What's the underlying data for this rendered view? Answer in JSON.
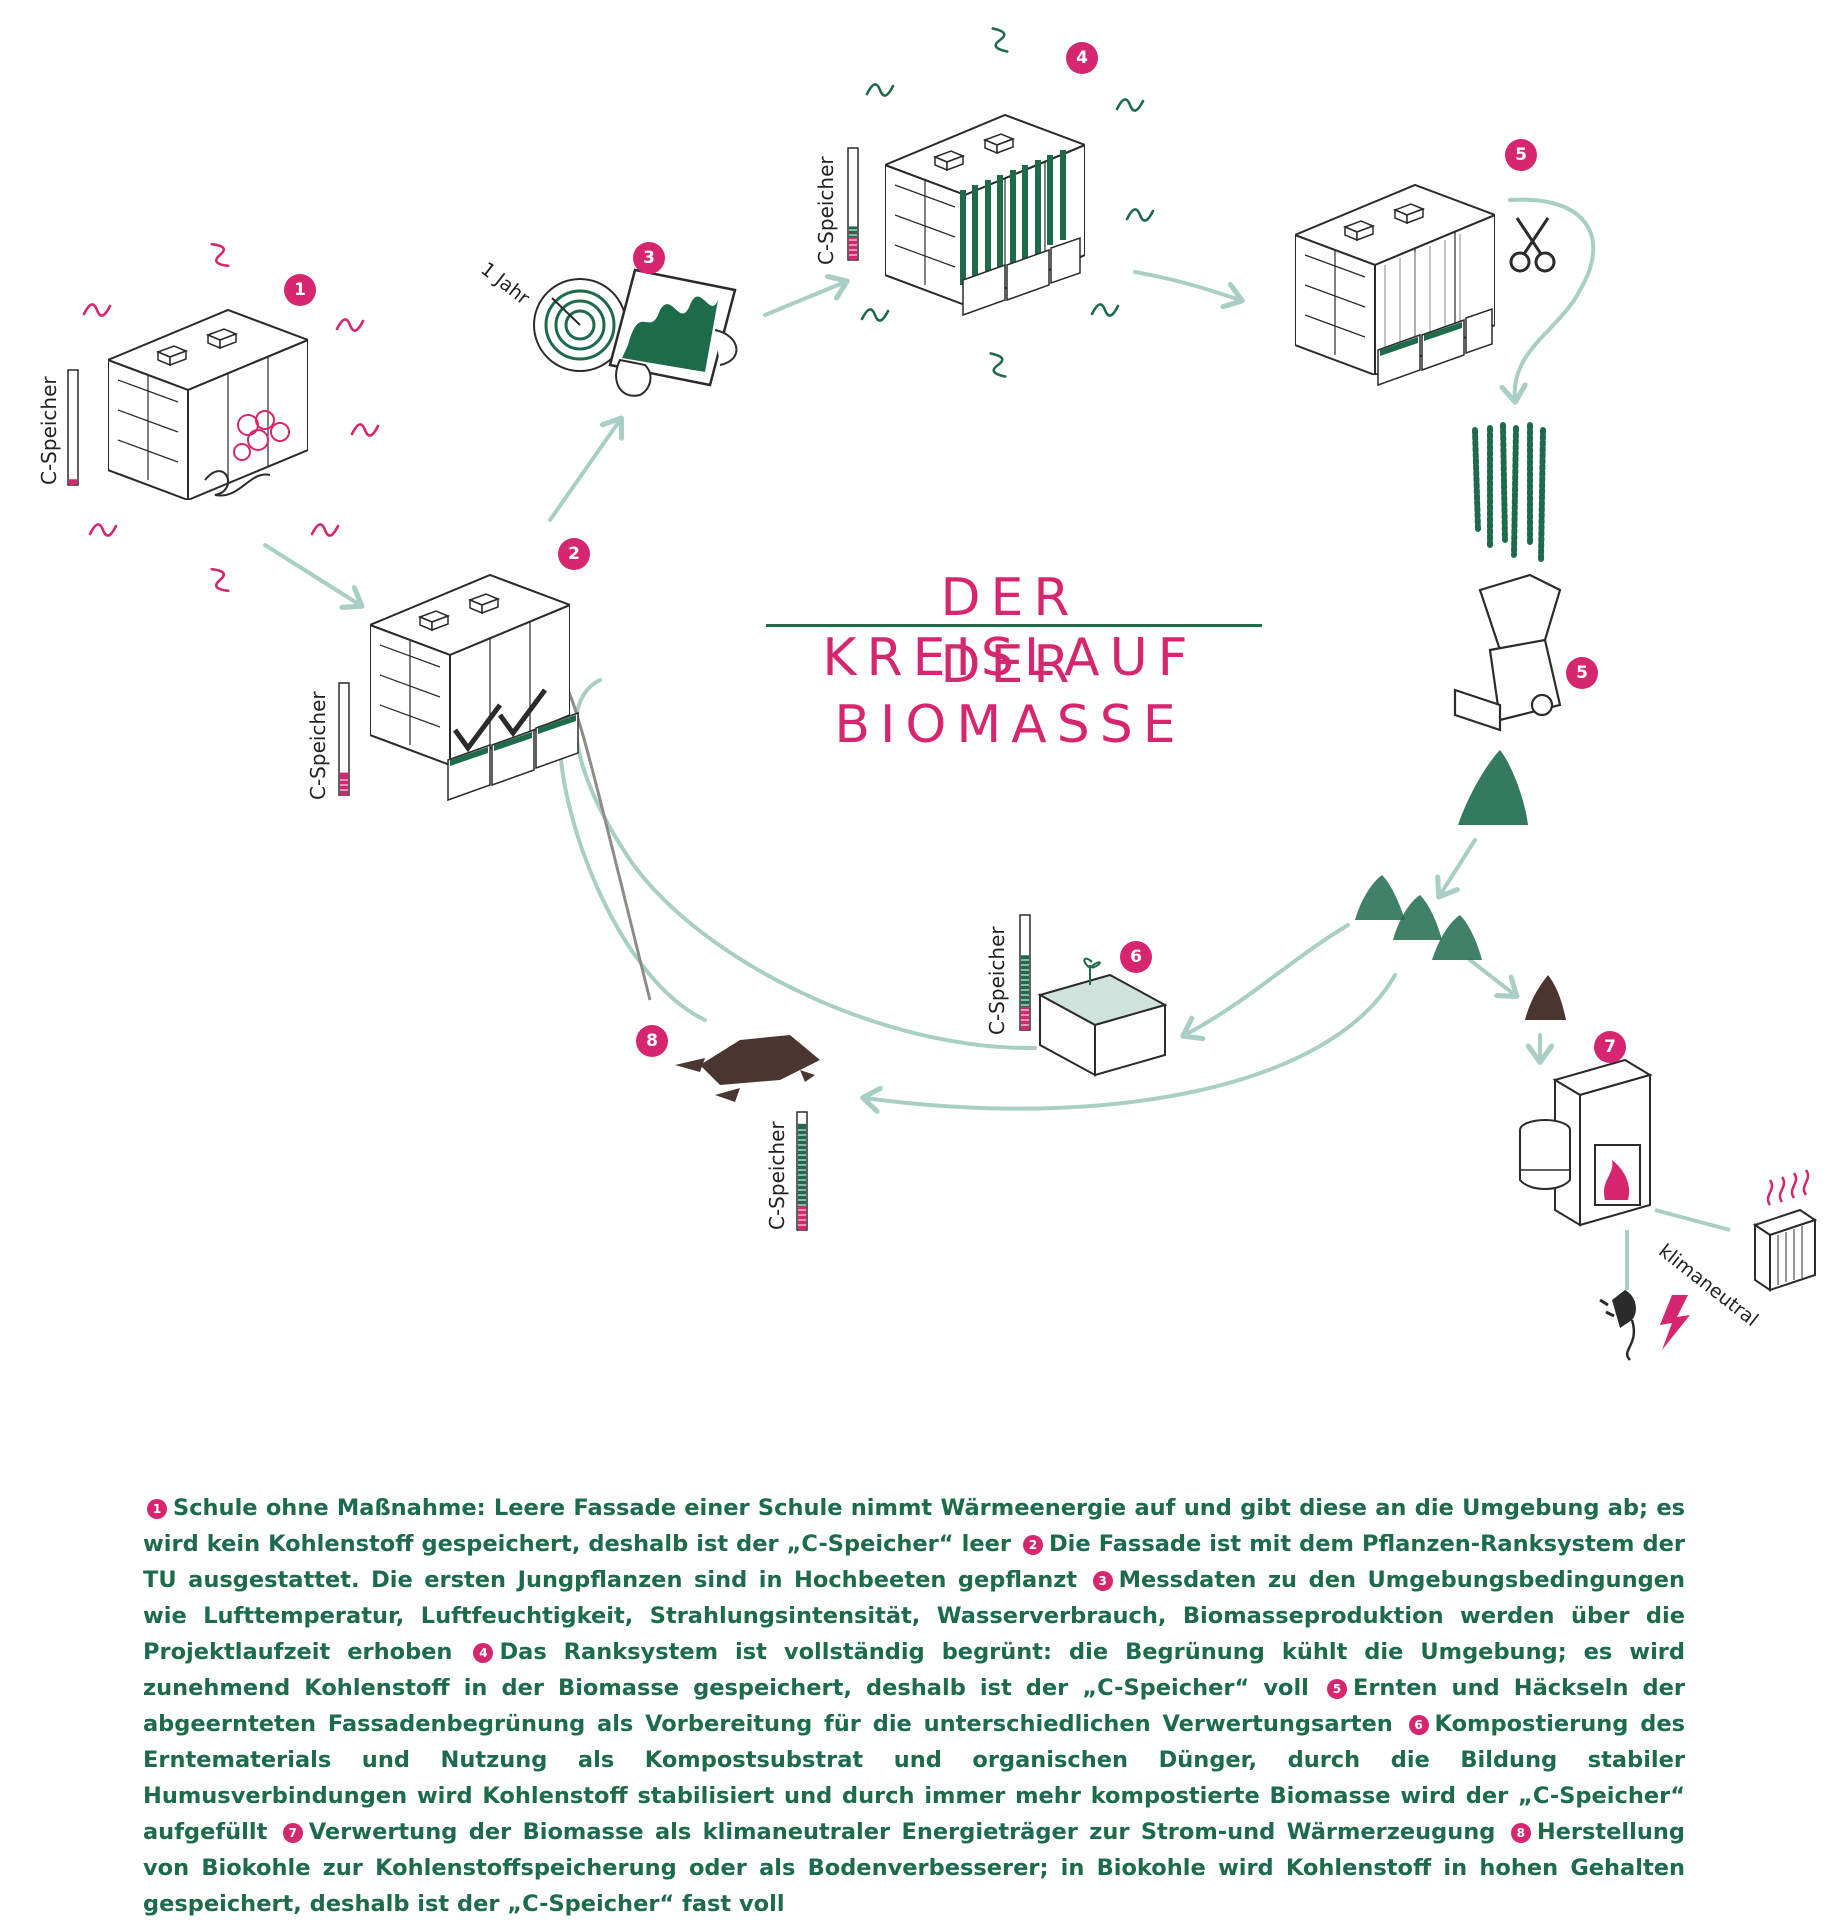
{
  "title": {
    "line1": "DER KREISLAUF",
    "line2": "DER BIOMASSE"
  },
  "labels": {
    "c_speicher": "C-Speicher",
    "one_year": "1 Jahr",
    "climate_neutral": "klimaneutral"
  },
  "steps": [
    {
      "number": "1",
      "storage_level": 0.05
    },
    {
      "number": "2",
      "storage_level": 0.2
    },
    {
      "number": "3"
    },
    {
      "number": "4",
      "storage_level": 0.3
    },
    {
      "number": "5"
    },
    {
      "number": "5"
    },
    {
      "number": "6",
      "storage_level": 0.65
    },
    {
      "number": "7"
    },
    {
      "number": "8",
      "storage_level": 0.9
    }
  ],
  "colors": {
    "accent": "#d6266f",
    "green": "#1e6b4c",
    "arrow": "#a9cfc4",
    "ink": "#2b2b2b"
  },
  "legend": [
    {
      "number": "1",
      "text": "Schule ohne Maßnahme: Leere Fassade einer Schule nimmt Wärmeenergie auf und gibt diese an die Umgebung ab; es wird kein Kohlenstoff gespeichert, deshalb ist der „C-Speicher“ leer"
    },
    {
      "number": "2",
      "text": "Die Fassade ist mit dem Pflanzen-Ranksystem der TU ausgestattet. Die ersten Jungpflanzen sind in Hochbeeten gepflanzt"
    },
    {
      "number": "3",
      "text": "Messdaten zu den Umgebungsbedingungen wie Lufttemperatur, Luftfeuchtigkeit, Strahlungsintensität, Wasserverbrauch, Biomasseproduktion werden über die Projektlaufzeit erhoben"
    },
    {
      "number": "4",
      "text": "Das Ranksystem ist vollständig begrünt: die Begrünung kühlt die Umgebung; es wird zunehmend Kohlenstoff in der Biomasse gespeichert, deshalb ist der „C-Speicher“ voll"
    },
    {
      "number": "5",
      "text": "Ernten und Häckseln der abgeernteten Fassadenbegrünung als Vorbereitung für die unterschiedlichen Verwertungsarten"
    },
    {
      "number": "6",
      "text": "Kompostierung des Erntematerials und Nutzung als Kompostsubstrat und organischen Dünger, durch die Bildung stabiler Humusverbindungen wird Kohlenstoff stabilisiert und durch immer mehr kompostierte Biomasse wird der „C-Speicher“ aufgefüllt"
    },
    {
      "number": "7",
      "text": "Verwertung der Biomasse als klimaneutraler Energieträger zur Strom-und Wärmerzeugung"
    },
    {
      "number": "8",
      "text": "Herstellung von Biokohle zur Kohlenstoffspeicherung oder als Bodenverbesserer; in Biokohle wird Kohlenstoff in hohen Gehalten gespeichert, deshalb ist der „C-Speicher“ fast voll"
    }
  ]
}
